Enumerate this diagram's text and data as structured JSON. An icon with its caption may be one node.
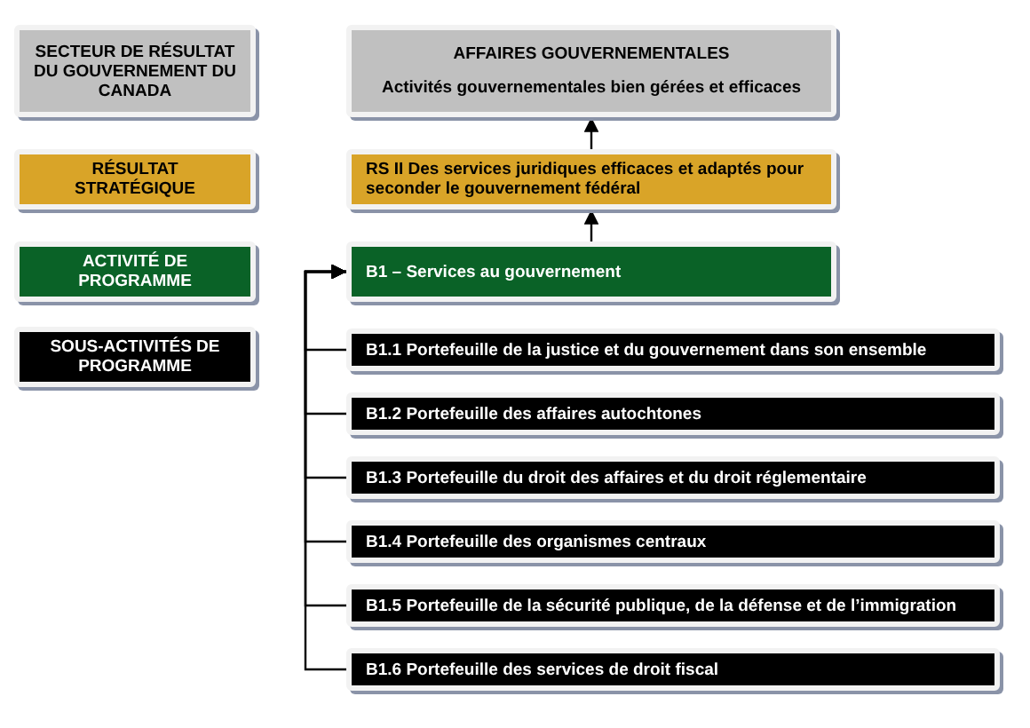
{
  "diagram": {
    "nodes": [
      {
        "text": [
          "SECTEUR DE RÉSULTAT DU GOUVERNEMENT DU CANADA"
        ]
      },
      {
        "text": [
          "RÉSULTAT STRATÉGIQUE"
        ]
      },
      {
        "text": [
          "ACTIVITÉ DE PROGRAMME"
        ]
      },
      {
        "text": [
          "SOUS-ACTIVITÉS DE PROGRAMME"
        ]
      },
      {
        "text": [
          "AFFAIRES GOUVERNEMENTALES",
          "Activités gouvernementales bien gérées et efficaces"
        ]
      },
      {
        "text": [
          "RS II Des services juridiques efficaces et adaptés pour seconder le gouvernement fédéral"
        ]
      },
      {
        "text": [
          "B1 – Services au gouvernement"
        ]
      },
      {
        "text": [
          "B1.1 Portefeuille de la justice et du gouvernement dans son ensemble"
        ]
      },
      {
        "text": [
          "B1.2 Portefeuille des affaires autochtones"
        ]
      },
      {
        "text": [
          "B1.3 Portefeuille du droit des affaires et du droit réglementaire"
        ]
      },
      {
        "text": [
          "B1.4 Portefeuille des organismes centraux"
        ]
      },
      {
        "text": [
          "B1.5 Portefeuille de la sécurité publique, de la défense et de l’immigration"
        ]
      },
      {
        "text": [
          "B1.6 Portefeuille des services de droit fiscal"
        ]
      }
    ],
    "edges": [
      {
        "from": 5,
        "to": 4,
        "arrow": "to"
      },
      {
        "from": 6,
        "to": 5,
        "arrow": "to"
      },
      {
        "from": 7,
        "to": 6,
        "arrow": "to"
      },
      {
        "from": 8,
        "to": 6,
        "arrow": "to"
      },
      {
        "from": 9,
        "to": 6,
        "arrow": "to"
      },
      {
        "from": 10,
        "to": 6,
        "arrow": "to"
      },
      {
        "from": 11,
        "to": 6,
        "arrow": "to"
      },
      {
        "from": 12,
        "to": 6,
        "arrow": "to"
      }
    ]
  }
}
